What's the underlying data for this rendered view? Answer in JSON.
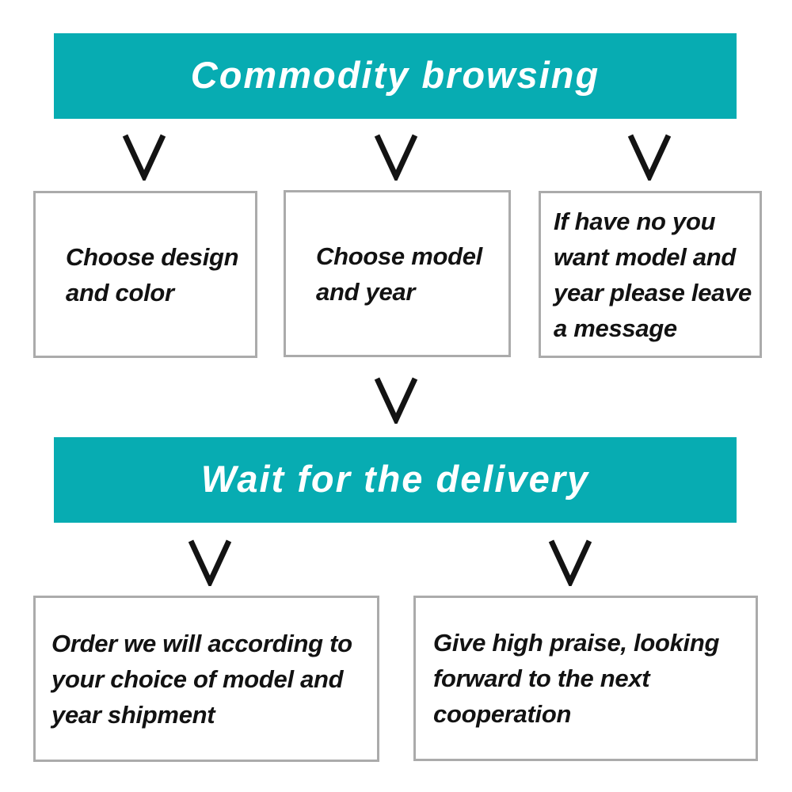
{
  "colors": {
    "banner_background": "#07ACB2",
    "banner_text": "#FFFFFF",
    "box_border": "#ABABAB",
    "box_background": "#FFFFFF",
    "box_text": "#121212",
    "arrow": "#131313",
    "page_background": "#FFFFFF"
  },
  "icons": {
    "arrow_glyph": "chevron-down"
  },
  "flow": {
    "banner1": {
      "label": "Commodity browsing"
    },
    "row1": {
      "boxes": [
        {
          "text": "Choose design\nand color"
        },
        {
          "text": "Choose model\nand year"
        },
        {
          "text": "If have no you\nwant model and\nyear please leave\na message"
        }
      ]
    },
    "banner2": {
      "label": "Wait for the delivery"
    },
    "row2": {
      "boxes": [
        {
          "text": "Order we will according to\nyour choice of model and\nyear shipment"
        },
        {
          "text": "Give high praise, looking\nforward to the next\ncooperation"
        }
      ]
    }
  }
}
